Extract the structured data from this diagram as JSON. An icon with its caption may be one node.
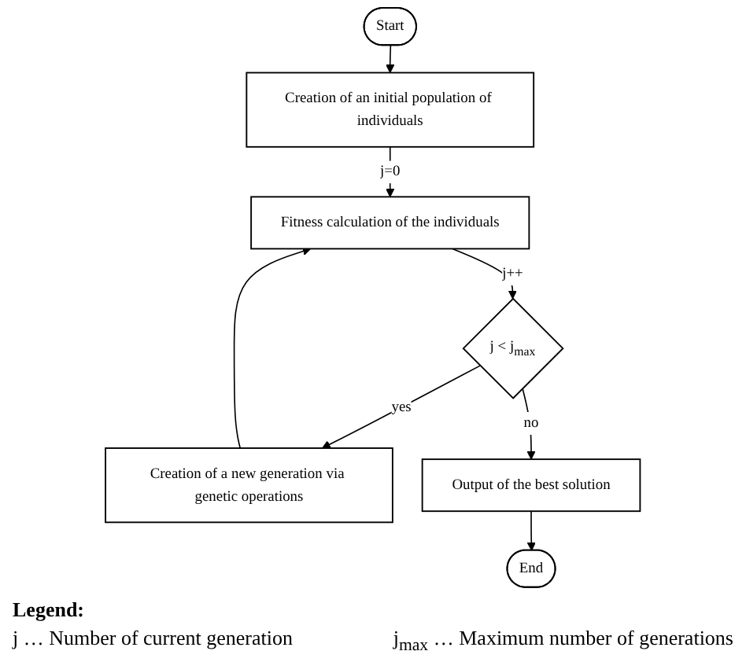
{
  "diagram": {
    "nodes": [
      {
        "text": [
          "Start"
        ]
      },
      {
        "text": [
          "Creation of an initial population of individuals"
        ]
      },
      {
        "text": [
          "Fitness calculation of the individuals"
        ]
      },
      {
        "text": [
          "j < j$_{max}$"
        ]
      },
      {
        "text": [
          "Creation of a new generation via genetic operations"
        ]
      },
      {
        "text": [
          "Output of the best solution"
        ]
      },
      {
        "text": [
          "End"
        ]
      }
    ],
    "edges": [
      {
        "from": 0,
        "to": 1,
        "arrow": "to"
      },
      {
        "from": 1,
        "to": 2,
        "arrow": "to",
        "label": "j=0"
      },
      {
        "from": 2,
        "to": 3,
        "arrow": "to",
        "label": "j++"
      },
      {
        "from": 3,
        "to": 4,
        "arrow": "to",
        "label": "yes"
      },
      {
        "from": 4,
        "to": 2,
        "arrow": "to"
      },
      {
        "from": 3,
        "to": 5,
        "arrow": "to",
        "label": "no"
      },
      {
        "from": 5,
        "to": 6,
        "arrow": "to"
      }
    ],
    "labels": [
      "Legend:"
    ],
    "legend": [
      {
        "text": "j … Number of current generation"
      },
      {
        "text": "j$_{max}$ … Maximum number of generations"
      }
    ]
  }
}
